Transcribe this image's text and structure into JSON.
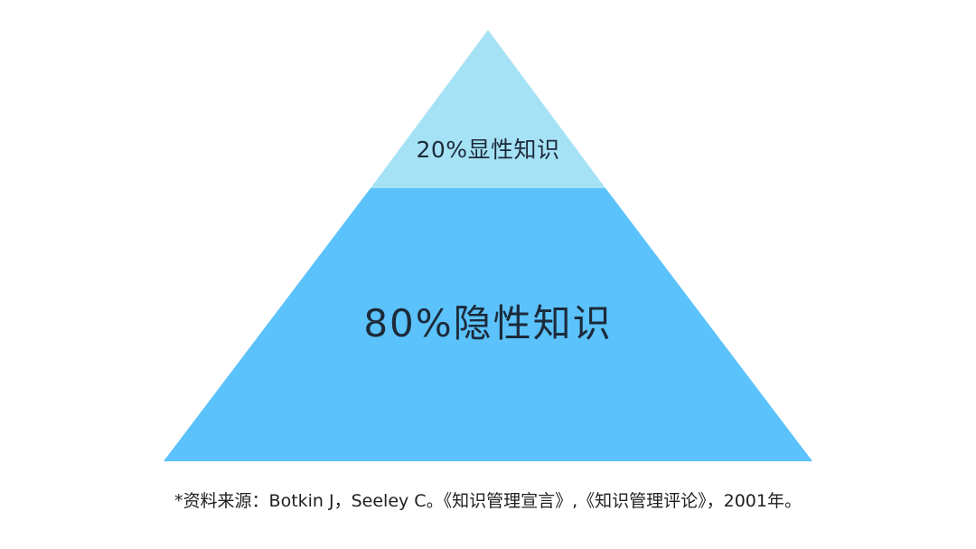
{
  "diagram": {
    "tiers": [
      {
        "label": "20%显性知识",
        "share": 20,
        "color": "#a6e2f5"
      },
      {
        "label": "80%隐性知识",
        "share": 80,
        "color": "#5bc2fb"
      }
    ],
    "source_note": "*资料来源：Botkin J，Seeley C。《知识管理宣言》,《知识管理评论》，2001年。"
  }
}
